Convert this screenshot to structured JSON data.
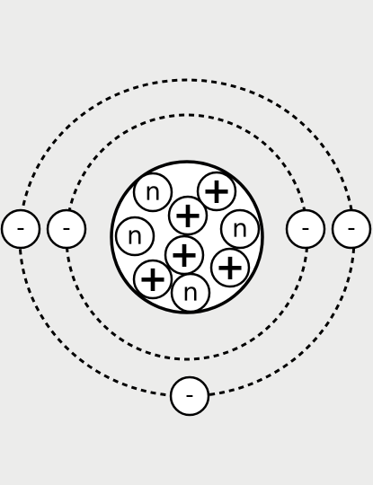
{
  "diagram": {
    "colors": {
      "background": "#ececeb",
      "fill": "#ffffff",
      "stroke": "#000000"
    },
    "nucleus": {
      "protons": [
        {
          "label": "+"
        },
        {
          "label": "+"
        },
        {
          "label": "+"
        },
        {
          "label": "+"
        },
        {
          "label": "+"
        }
      ],
      "neutrons": [
        {
          "label": "n"
        },
        {
          "label": "n"
        },
        {
          "label": "n"
        },
        {
          "label": "n"
        }
      ]
    },
    "inner_shell": {
      "electrons": [
        {
          "label": "-"
        },
        {
          "label": "-"
        }
      ]
    },
    "outer_shell": {
      "electrons": [
        {
          "label": "-"
        },
        {
          "label": "-"
        },
        {
          "label": "-"
        }
      ]
    }
  }
}
